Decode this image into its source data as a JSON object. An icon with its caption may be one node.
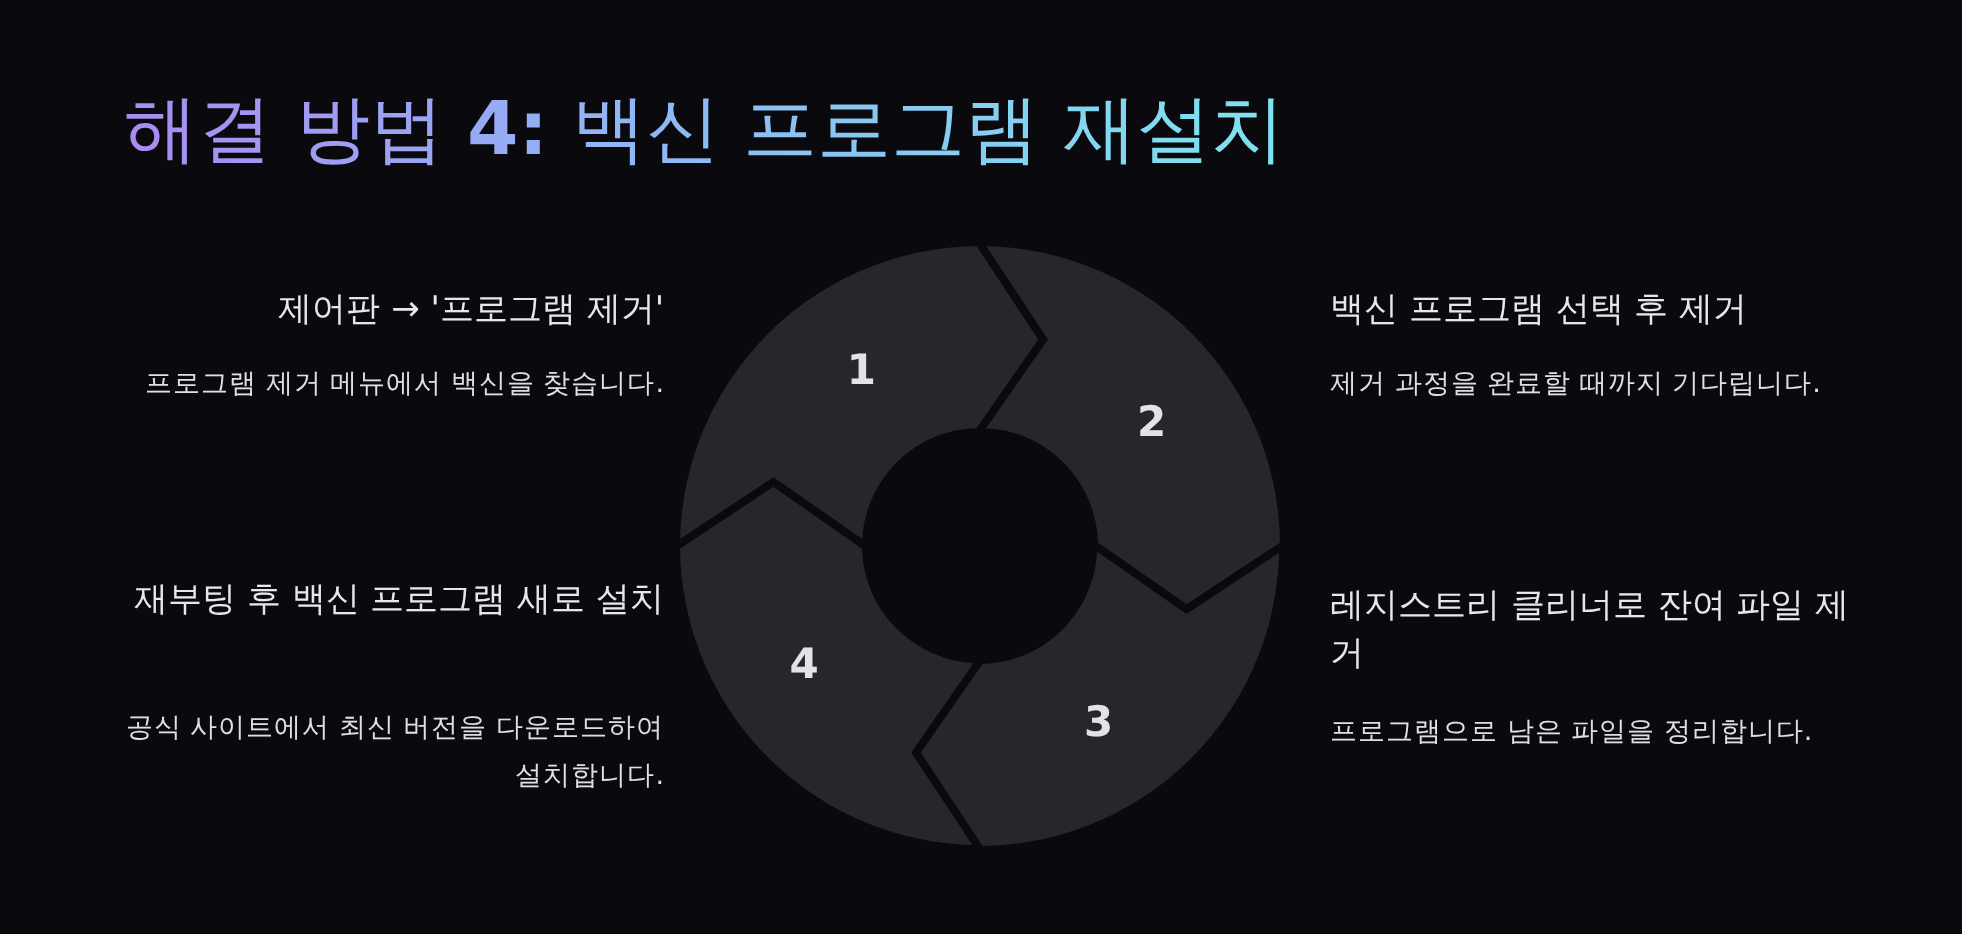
{
  "diagram": {
    "title": "해결 방법 **4:** 백신 프로그램 재설치",
    "nodes": [
      {
        "text": [
          "1"
        ]
      },
      {
        "text": [
          "2"
        ]
      },
      {
        "text": [
          "3"
        ]
      },
      {
        "text": [
          "4"
        ]
      }
    ],
    "labels": [
      "제어판 → '프로그램 제거'",
      "프로그램 제거 메뉴에서 백신을 찾습니다.",
      "백신 프로그램 선택 후 제거",
      "제거 과정을 완료할 때까지 기다립니다.",
      "재부팅 후 백신 프로그램 새로 설치",
      "공식 사이트에서 최신 버전을 다운로드하여 설치합니다.",
      "레지스트리 클리너로 잔여 파일 제거",
      "프로그램으로 남은 파일을 정리합니다."
    ]
  }
}
